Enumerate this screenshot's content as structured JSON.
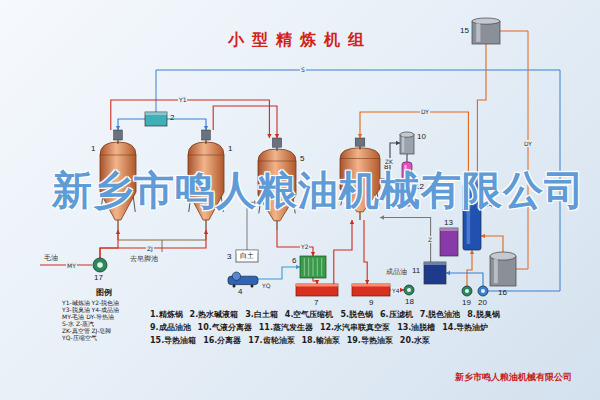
{
  "diagram": {
    "title": "小型精炼机组",
    "nodes": [
      {
        "text": [
          "1"
        ]
      },
      {
        "text": [
          "2"
        ]
      },
      {
        "text": [
          "1"
        ]
      },
      {
        "text": [
          "5"
        ]
      },
      {
        "text": [
          "8"
        ]
      },
      {
        "text": [
          "10"
        ]
      },
      {
        "text": [
          "15"
        ]
      },
      {
        "text": [
          "12"
        ]
      },
      {
        "text": [
          "14"
        ]
      },
      {
        "text": [
          "17"
        ]
      },
      {
        "text": [
          "白土",
          "3"
        ]
      },
      {
        "text": [
          "4"
        ]
      },
      {
        "text": [
          "6"
        ]
      },
      {
        "text": [
          "7"
        ]
      },
      {
        "text": [
          "9"
        ]
      },
      {
        "text": [
          "11"
        ]
      },
      {
        "text": [
          "13"
        ]
      },
      {
        "text": [
          "16"
        ]
      },
      {
        "text": [
          "18"
        ]
      },
      {
        "text": [
          "19"
        ]
      },
      {
        "text": [
          "20"
        ]
      }
    ],
    "edges": [
      {
        "from": 9,
        "to": 0,
        "arrow": "to"
      },
      {
        "from": 9,
        "to": 2,
        "arrow": "to"
      },
      {
        "from": 1,
        "to": 0,
        "arrow": "to"
      },
      {
        "from": 1,
        "to": 2,
        "arrow": "to"
      },
      {
        "from": 0,
        "to": 3,
        "arrow": "to"
      },
      {
        "from": 2,
        "to": 3,
        "arrow": "to"
      },
      {
        "from": 10,
        "to": 3,
        "arrow": "to"
      },
      {
        "from": 3,
        "to": 12,
        "arrow": "to"
      },
      {
        "from": 11,
        "to": 12,
        "arrow": "to"
      },
      {
        "from": 12,
        "to": 13,
        "arrow": "to"
      },
      {
        "from": 13,
        "to": 4,
        "arrow": "to"
      },
      {
        "from": 4,
        "to": 14,
        "arrow": "to"
      },
      {
        "from": 4,
        "to": 5,
        "arrow": "to"
      },
      {
        "from": 5,
        "to": 7,
        "arrow": "none"
      },
      {
        "from": 8,
        "to": 4,
        "arrow": "to"
      },
      {
        "from": 6,
        "to": 8,
        "arrow": "to"
      },
      {
        "from": 15,
        "to": 4,
        "arrow": "to"
      },
      {
        "from": 17,
        "to": 8,
        "arrow": "to"
      },
      {
        "from": 14,
        "to": 18,
        "arrow": "to"
      },
      {
        "from": 19,
        "to": 8,
        "arrow": "to"
      },
      {
        "from": 20,
        "to": 15,
        "arrow": "to"
      }
    ],
    "labels": [
      "新乡市鸣人粮油机械有限公司",
      "新乡市鸣人粮油机械有限公司",
      "图例",
      "去皂脚池",
      "毛油",
      "成品油",
      "S",
      "DY",
      "DY",
      "Y1",
      "Y2",
      "Y4",
      "Z",
      "ZK",
      "YQ",
      "MY",
      "ZJ",
      "1.精炼锅",
      "2.热水碱液箱",
      "3.白土箱",
      "4.空气压缩机",
      "5.脱色锅",
      "6.压滤机",
      "7.脱色油池",
      "8.脱臭锅",
      "9.成品油池",
      "10.气液分离器",
      "11.蒸汽发生器",
      "12.水汽串联真空泵",
      "13.油脱槽",
      "14.导热油炉",
      "15.导热油箱",
      "16.分离器",
      "17.齿轮油泵",
      "18.输油泵",
      "19.导热油泵",
      "20.水泵"
    ],
    "legend": [
      {
        "text": "Y1-碱炼油 Y2-脱色油"
      },
      {
        "text": "Y3-脱臭油 Y4-成品油"
      },
      {
        "text": "MY-毛油 DY-导热油"
      },
      {
        "text": "S-水 Z-蒸汽"
      },
      {
        "text": "ZK-真空管 ZJ-皂脚"
      },
      {
        "text": "YQ-压缩空气"
      }
    ]
  }
}
